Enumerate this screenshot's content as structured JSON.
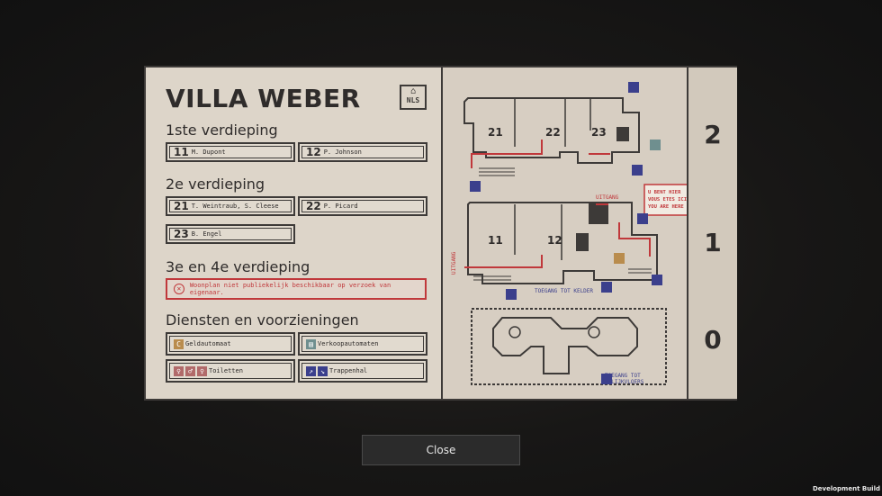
{
  "directory": {
    "title": "VILLA WEBER",
    "logo_text": "NLS",
    "floor1_heading": "1ste verdieping",
    "floor1_units": [
      {
        "number": "11",
        "name": "M. Dupont"
      },
      {
        "number": "12",
        "name": "P. Johnson"
      }
    ],
    "floor2_heading": "2e verdieping",
    "floor2_units": [
      {
        "number": "21",
        "name": "T. Weintraub, S. Cleese"
      },
      {
        "number": "22",
        "name": "P. Picard"
      },
      {
        "number": "23",
        "name": "B. Engel"
      }
    ],
    "floor34_heading": "3e en 4e verdieping",
    "floor34_warning": "Woonplan niet publiekelijk beschikbaar op verzoek van eigenaar.",
    "services_heading": "Diensten en voorzieningen",
    "services": [
      {
        "label": "Geldautomaat",
        "icon": "atm-icon"
      },
      {
        "label": "Verkoopautomaten",
        "icon": "vending-machine-icon"
      },
      {
        "label": "Toiletten",
        "icon": "restroom-icon"
      },
      {
        "label": "Trappenhal",
        "icon": "stairs-icon"
      }
    ]
  },
  "map": {
    "floor2_units": [
      "21",
      "22",
      "23"
    ],
    "floor1_units": [
      "11",
      "12"
    ],
    "exit_label": "UITGANG",
    "you_are_here_lines": [
      "U BENT HIER",
      "VOUS ETES ICI",
      "YOU ARE HERE"
    ],
    "basement_access": "TOEGANG TOT KELDER",
    "ground_access_lines": [
      "TOEGANG TOT",
      "GELIJKVLOERS"
    ]
  },
  "floor_indicators": [
    "2",
    "1",
    "0"
  ],
  "close_label": "Close",
  "dev_build_label": "Development Build",
  "colors": {
    "accent_red": "#c0383b",
    "ink": "#2f2c2b",
    "stairs_blue": "#3b3f8c"
  }
}
